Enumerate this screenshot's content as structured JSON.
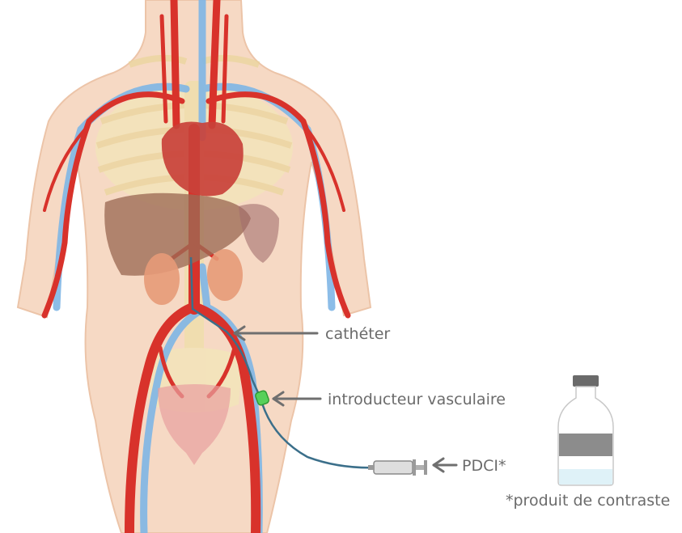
{
  "labels": {
    "catheter": "cathéter",
    "introducer": "introducteur vasculaire",
    "contrast_agent": "PDCI*",
    "footnote": "*produit de contraste"
  },
  "colors": {
    "skin": "#f6d9c4",
    "skin_outline": "#ecc4a8",
    "artery": "#d8322b",
    "vein": "#7fb6e6",
    "bone": "#f2e6b8",
    "heart": "#c9413a",
    "liver": "#9c6a55",
    "kidney": "#e79a78",
    "catheter": "#3b6f8a",
    "introducer": "#57d05a",
    "arrow": "#6f6f6f",
    "label_text": "#6b6b6b"
  },
  "icons": [
    "arrow-left-icon",
    "syringe-icon",
    "bottle-icon"
  ]
}
